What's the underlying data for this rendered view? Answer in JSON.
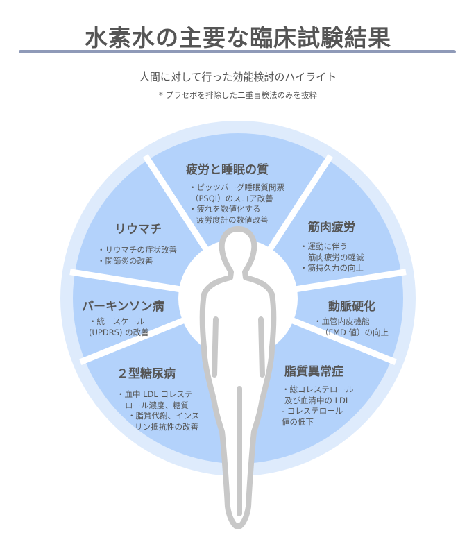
{
  "header": {
    "title": "水素水の主要な臨床試験結果",
    "subtitle": "人間に対して行った効能検討のハイライト",
    "note": "* プラセボを排除した二重盲検法のみを抜粋"
  },
  "colors": {
    "segment": "#b3d2fb",
    "ring": "#deebfc",
    "title_bar": "#8f9ab8",
    "silhouette": "#c8c8c8"
  },
  "segments": [
    {
      "title": "疲労と睡眠の質",
      "lines": [
        "・ピッツバーグ睡眠質問票",
        "（PSQI）のスコア改善",
        "・疲れを数値化する",
        "疲労度計の数値改善"
      ]
    },
    {
      "title": "リウマチ",
      "lines": [
        "・リウマチの症状改善",
        "・関節炎の改善"
      ]
    },
    {
      "title": "筋肉疲労",
      "lines": [
        "・運動に伴う",
        "筋肉疲労の軽減",
        "・筋持久力の向上"
      ]
    },
    {
      "title": "パーキンソン病",
      "lines": [
        "・統一スケール",
        "(UPDRS) の改善"
      ]
    },
    {
      "title": "動脈硬化",
      "lines": [
        "・血管内皮機能",
        "（FMD 値）の向上"
      ]
    },
    {
      "title": "２型糖尿病",
      "lines": [
        "・血中 LDL コレステ",
        "ロール濃度、糖質",
        "・脂質代謝、インス",
        "リン抵抗性の改善"
      ]
    },
    {
      "title": "脂質異常症",
      "lines": [
        "・総コレステロール",
        "及び血清中の LDL",
        "- コレステロール",
        "値の低下"
      ]
    }
  ]
}
